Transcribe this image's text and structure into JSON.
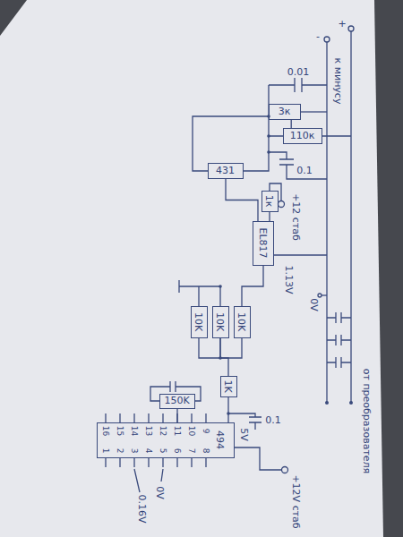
{
  "diagram": {
    "nodes": [
      {
        "text": [
          "3к"
        ]
      },
      {
        "text": [
          "110к"
        ]
      },
      {
        "text": [
          "431"
        ]
      },
      {
        "text": [
          "1к"
        ]
      },
      {
        "text": [
          "EL817"
        ]
      },
      {
        "text": [
          "10K"
        ]
      },
      {
        "text": [
          "10K"
        ]
      },
      {
        "text": [
          "10K"
        ]
      },
      {
        "text": [
          "1K"
        ]
      },
      {
        "text": [
          "150K"
        ]
      },
      {
        "text": [
          "494"
        ]
      }
    ],
    "edges": [
      {
        "from": 0,
        "to": 1,
        "arrow": "none"
      },
      {
        "from": 2,
        "to": 4,
        "arrow": "none"
      },
      {
        "from": 3,
        "to": 4,
        "arrow": "none"
      },
      {
        "from": 4,
        "to": 7,
        "arrow": "none"
      },
      {
        "from": 6,
        "to": 8,
        "arrow": "none"
      },
      {
        "from": 8,
        "to": 10,
        "arrow": "none"
      },
      {
        "from": 9,
        "to": 10,
        "arrow": "none"
      }
    ],
    "labels": [
      "+",
      "-",
      "к минусу",
      "0.01",
      "0.1",
      "+12 стаб",
      "1.13V",
      "0V",
      "1",
      "2",
      "3",
      "4",
      "5",
      "6",
      "7",
      "8",
      "16",
      "15",
      "14",
      "13",
      "12",
      "11",
      "10",
      "9",
      "0.1",
      "5V",
      "0V",
      "0.16V",
      "+12V стаб",
      "от преобразователя"
    ]
  }
}
